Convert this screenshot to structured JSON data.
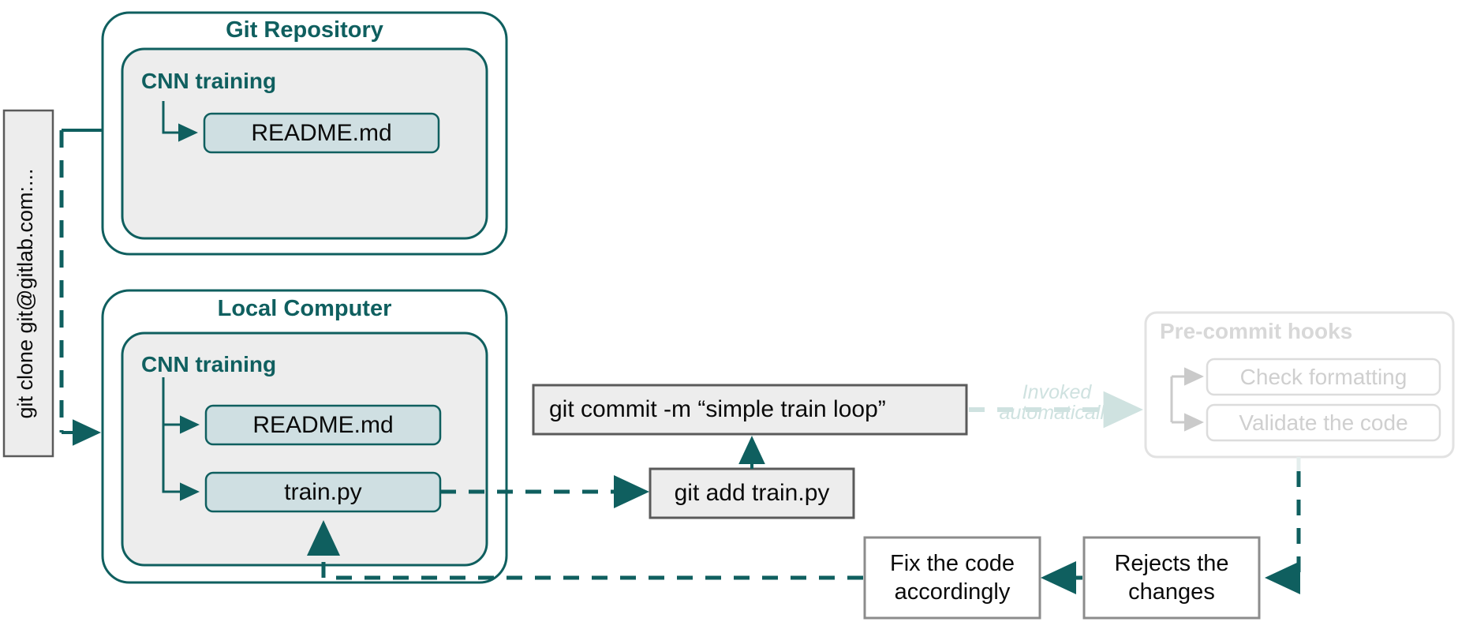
{
  "theme": {
    "teal": "#0f5f5f",
    "teal_dark": "#11605e",
    "box_fill": "#cfdfe2",
    "group_fill": "#ededed",
    "cmd_fill": "#ededed",
    "cmd_stroke": "#5a5a5a",
    "plain_stroke": "#8c8c8c",
    "ghost": "#dcdcdc",
    "ghost_text": "#cfcfcf",
    "ghost_accent": "#cfe2e0",
    "text": "#0a0a0a",
    "white": "#ffffff"
  },
  "clone": {
    "label": "git clone git@gitlab.com:..."
  },
  "repo": {
    "title": "Git Repository",
    "folder": "CNN training",
    "files": [
      "README.md"
    ]
  },
  "local": {
    "title": "Local Computer",
    "folder": "CNN training",
    "files": [
      "README.md",
      "train.py"
    ]
  },
  "commands": {
    "add": "git add train.py",
    "commit": "git commit -m  “simple train loop”"
  },
  "hooks": {
    "title": "Pre-commit hooks",
    "items": [
      "Check formatting",
      "Validate the code"
    ],
    "invoked_line1": "Invoked",
    "invoked_line2": "automatically"
  },
  "reject": {
    "line1": "Rejects the",
    "line2": "changes"
  },
  "fix": {
    "line1": "Fix the code",
    "line2": "accordingly"
  }
}
